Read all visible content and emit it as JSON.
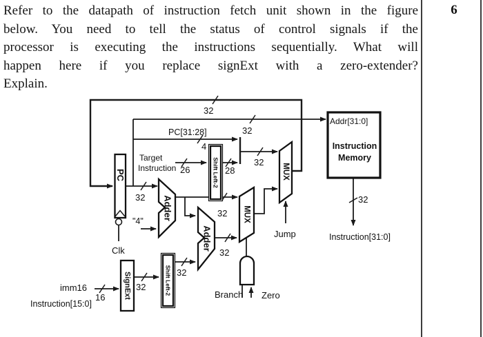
{
  "question": {
    "lines": [
      "Refer to the datapath of instruction fetch unit shown in the figure",
      "below. You need to tell the status of control signals if the",
      "processor is executing the instructions sequentially. What will",
      "happen here if you replace signExt with a zero-extender?",
      "Explain."
    ],
    "marks": "6"
  },
  "diagram": {
    "blocks": {
      "pc": "PC",
      "adder_top": "Adder",
      "adder_bottom": "Adder",
      "shift_left_top": "Shift Left-2",
      "shift_left_bottom": "Shift Left-2",
      "sign_ext": "SignExt",
      "mux_jump": "MUX",
      "mux_branch": "MUX",
      "instruction_memory": {
        "addr": "Addr[31:0]",
        "line1": "Instruction",
        "line2": "Memory"
      }
    },
    "labels": {
      "bus32_loop": "32",
      "bus32_addr": "32",
      "pc_bits": "PC[31:28]",
      "bus4": "4",
      "target_line1": "Target",
      "target_line2": "Instruction",
      "bus26": "26",
      "bus28": "28",
      "bus32_jumpaddr": "32",
      "bus32_pc": "32",
      "const4": "\"4\"",
      "bus32_pc4": "32",
      "bus32_branchadd": "32",
      "bus32_instr": "32",
      "bus32_signext": "32",
      "bus32_shift": "32",
      "bus16": "16",
      "imm16": "imm16",
      "instr_15_0": "Instruction[15:0]",
      "instr_31_0": "Instruction[31:0]",
      "jump": "Jump",
      "branch": "Branch",
      "zero": "Zero",
      "clk": "Clk"
    }
  }
}
